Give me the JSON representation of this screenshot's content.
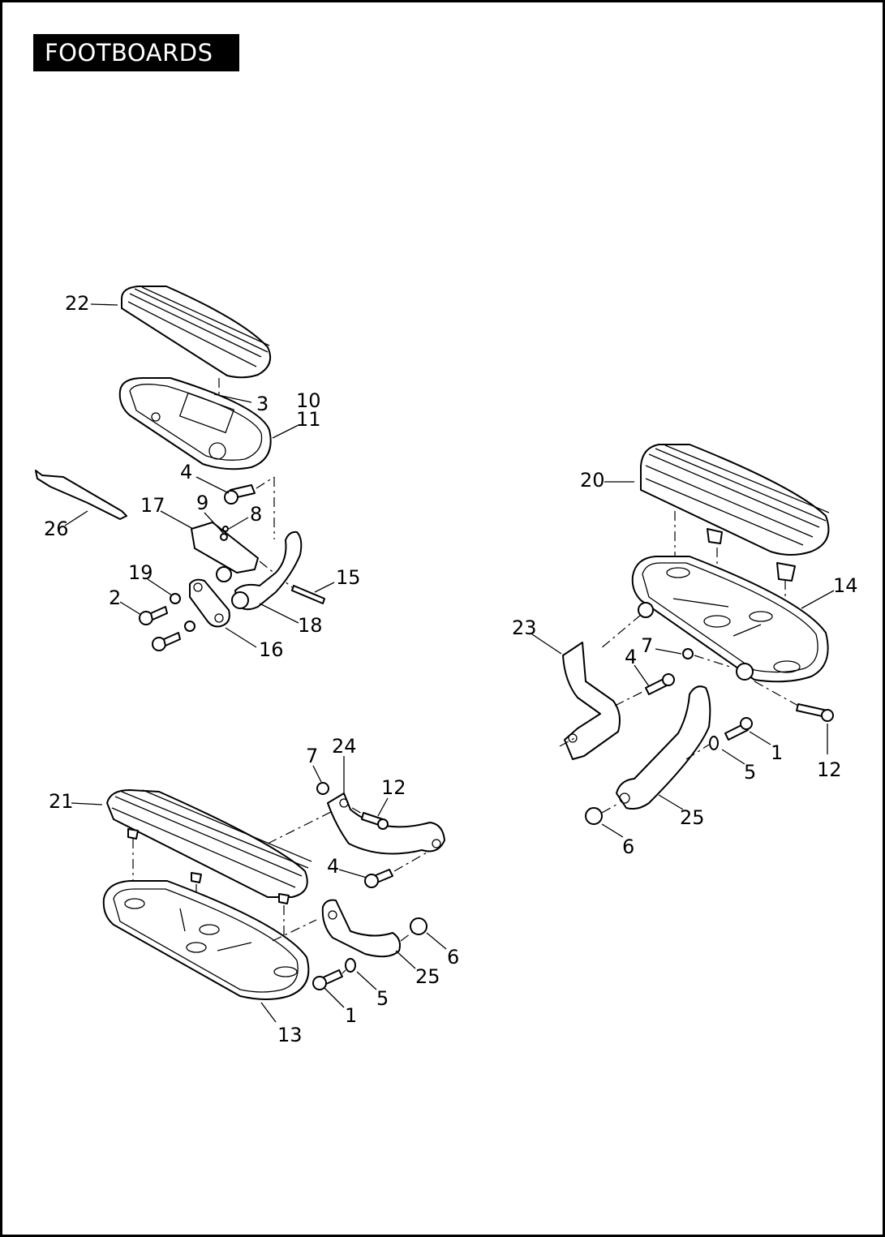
{
  "header": {
    "title": "FOOTBOARDS"
  },
  "callouts": {
    "c22": "22",
    "c3": "3",
    "c10": "10",
    "c11": "11",
    "c4a": "4",
    "c26": "26",
    "c17": "17",
    "c9": "9",
    "c8": "8",
    "c15": "15",
    "c19": "19",
    "c2": "2",
    "c18": "18",
    "c16": "16",
    "c20": "20",
    "c14": "14",
    "c23": "23",
    "c7a": "7",
    "c4b": "4",
    "c1a": "1",
    "c5a": "5",
    "c12a": "12",
    "c25a": "25",
    "c6a": "6",
    "c21": "21",
    "c7b": "7",
    "c24": "24",
    "c12b": "12",
    "c4c": "4",
    "c6b": "6",
    "c25b": "25",
    "c5b": "5",
    "c1b": "1",
    "c13": "13"
  }
}
